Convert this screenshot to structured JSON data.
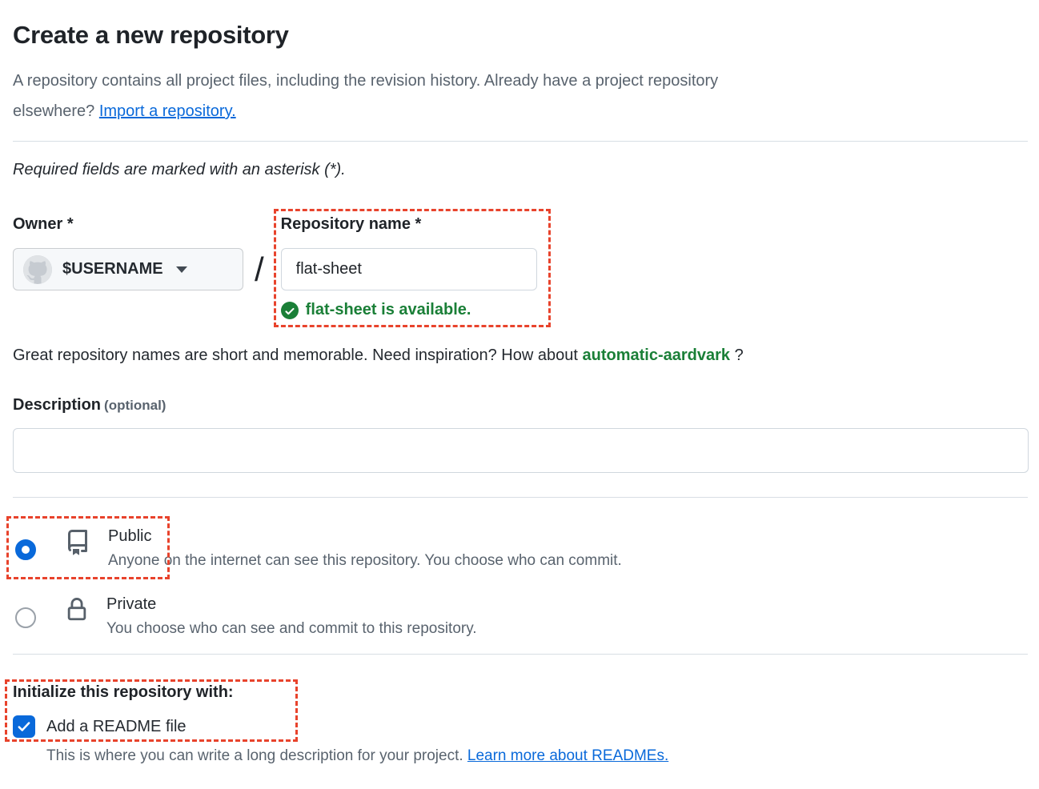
{
  "page": {
    "title": "Create a new repository",
    "intro_line1": "A repository contains all project files, including the revision history. Already have a project repository",
    "intro_line2": "elsewhere? ",
    "intro_link": "Import a repository.",
    "required_note": "Required fields are marked with an asterisk (*)."
  },
  "owner": {
    "label": "Owner",
    "required_mark": "*",
    "value": "$USERNAME",
    "separator": "/"
  },
  "repo_name": {
    "label": "Repository name",
    "required_mark": "*",
    "value": "flat-sheet",
    "availability": "flat-sheet is available."
  },
  "suggestion": {
    "text_before": "Great repository names are short and memorable. Need inspiration? How about ",
    "suggested_name": "automatic-aardvark",
    "text_after": " ?"
  },
  "description": {
    "label": "Description",
    "optional": "(optional)",
    "value": ""
  },
  "visibility": {
    "public": {
      "label": "Public",
      "description": "Anyone on the internet can see this repository. You choose who can commit.",
      "selected": true
    },
    "private": {
      "label": "Private",
      "description": "You choose who can see and commit to this repository.",
      "selected": false
    }
  },
  "initialize": {
    "heading": "Initialize this repository with:",
    "readme_label": "Add a README file",
    "readme_checked": true,
    "note_before_link": "This is where you can write a long description for your project. ",
    "note_link": "Learn more about READMEs."
  },
  "icons": {
    "avatar": "octocat-icon",
    "owner_dropdown": "chevron-down-icon",
    "availability": "check-circle-icon",
    "public": "repo-book-icon",
    "private": "lock-icon",
    "readme": "checkmark-icon"
  },
  "colors": {
    "accent_blue": "#0969da",
    "success_green": "#1a7f37",
    "annotation_red": "#e8432c",
    "text_default": "#1f2328",
    "text_muted": "#59636e",
    "input_border": "#d0d7de",
    "button_bg": "#f6f8fa"
  }
}
